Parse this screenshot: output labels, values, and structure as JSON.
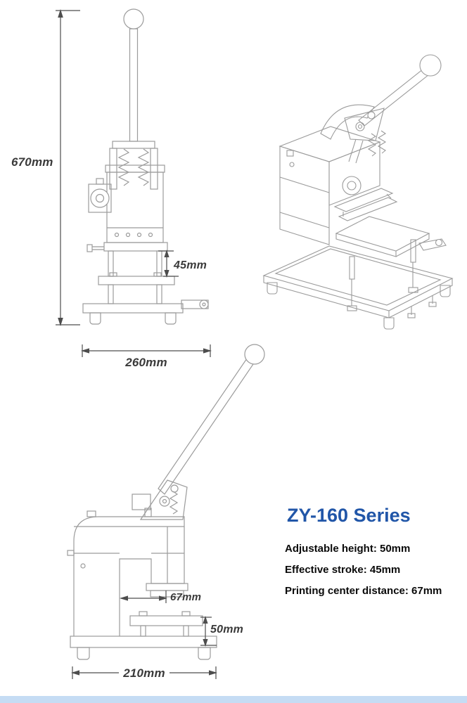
{
  "product": {
    "title": "ZY-160 Series",
    "specs": [
      "Adjustable height: 50mm",
      "Effective stroke: 45mm",
      "Printing center distance: 67mm"
    ]
  },
  "dimensions": {
    "front_height": "670mm",
    "front_stroke": "45mm",
    "front_width": "260mm",
    "side_print_center": "67mm",
    "side_table_height": "50mm",
    "side_width": "210mm"
  },
  "colors": {
    "title_blue": "#2156a8",
    "drawing_line": "#9b9b9b",
    "dimension_line": "#4d4d4d",
    "accent_bar": "#c5dcf4"
  }
}
